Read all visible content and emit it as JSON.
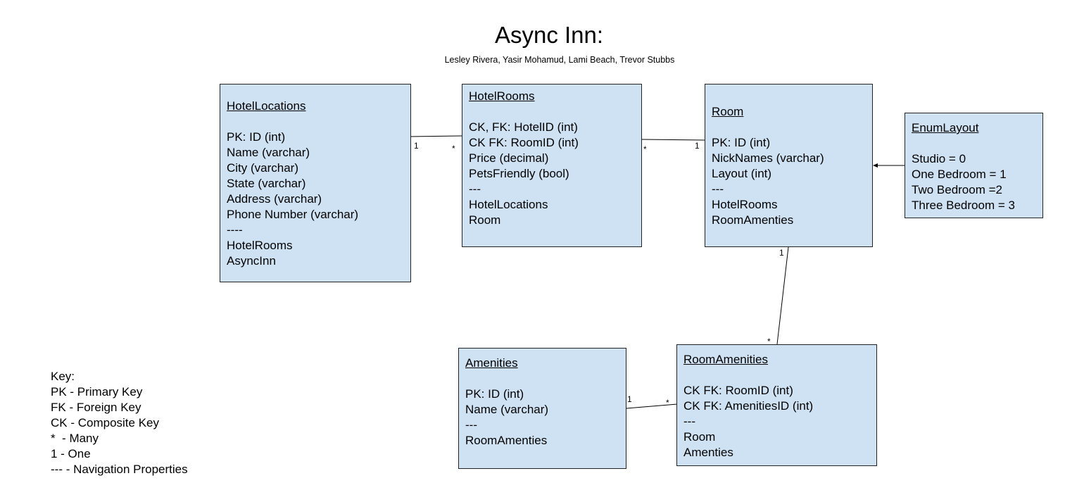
{
  "diagram": {
    "title": "Async Inn:",
    "subtitle": "Lesley Rivera, Yasir Mohamud, Lami Beach, Trevor Stubbs"
  },
  "entities": {
    "hotel_locations": {
      "name": "HotelLocations",
      "lines": [
        "PK: ID (int)",
        "Name (varchar)",
        "City (varchar)",
        "State (varchar)",
        "Address (varchar)",
        "Phone Number (varchar)",
        "----",
        "HotelRooms",
        "AsyncInn"
      ]
    },
    "hotel_rooms": {
      "name": "HotelRooms",
      "lines": [
        "CK, FK: HotelID (int)",
        "CK FK: RoomID (int)",
        "Price (decimal)",
        "PetsFriendly (bool)",
        "---",
        "HotelLocations",
        "Room"
      ]
    },
    "room": {
      "name": "Room",
      "lines": [
        "PK: ID (int)",
        "NickNames (varchar)",
        "Layout (int)",
        "---",
        "HotelRooms",
        "RoomAmenties"
      ]
    },
    "enum_layout": {
      "name": "EnumLayout",
      "lines": [
        "Studio = 0",
        "One Bedroom = 1",
        "Two Bedroom =2",
        "Three Bedroom = 3"
      ]
    },
    "amenities": {
      "name": "Amenities",
      "lines": [
        "PK: ID (int)",
        "Name (varchar)",
        "---",
        "RoomAmenties"
      ]
    },
    "room_amenities": {
      "name": "RoomAmenities",
      "lines": [
        "CK FK: RoomID (int)",
        "CK FK: AmenitiesID (int)",
        "---",
        "Room",
        "Amenties"
      ]
    }
  },
  "cardinalities": {
    "hl_side": "1",
    "hr_left_side": "*",
    "hr_right_side": "*",
    "room_left_side": "1",
    "room_bottom_side": "1",
    "ra_top_side": "*",
    "amen_side": "1",
    "ra_left_side": "*"
  },
  "legend": {
    "heading": "Key:",
    "items": [
      "PK - Primary Key",
      "FK - Foreign Key",
      "CK - Composite Key",
      "*  - Many",
      "1 - One",
      "--- - Navigation Properties"
    ]
  }
}
